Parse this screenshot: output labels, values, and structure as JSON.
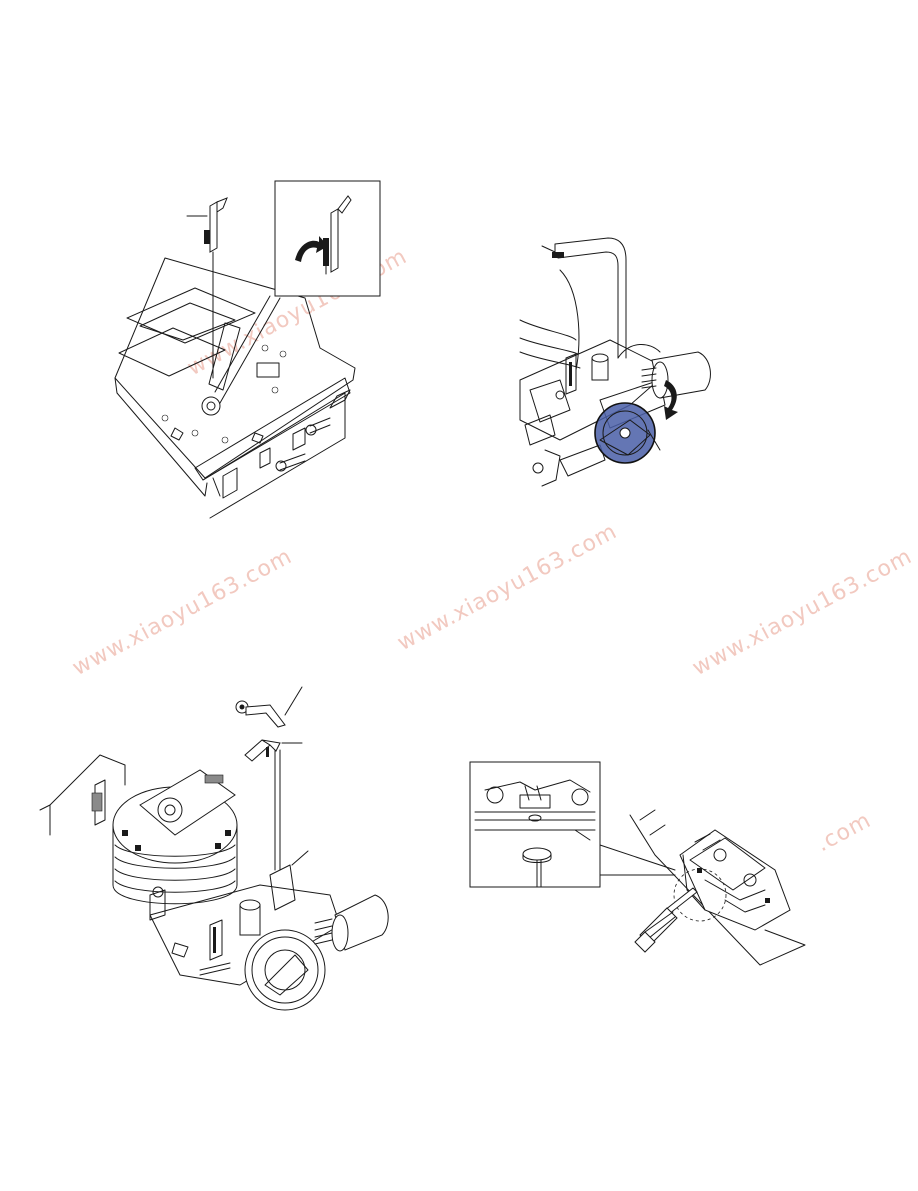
{
  "colors": {
    "line": "#1a1a1a",
    "highlight": "#4a5fa8",
    "watermark": "#f2c9c0"
  },
  "watermarks": [
    "www.xiaoyu163.com",
    "www.xiaoyu163.com",
    "www.xiaoyu163.com",
    "www.xiaoyu163.com",
    ".com"
  ],
  "icons": [
    "rotation-arrow-icon",
    "curved-arrow-icon",
    "screwdriver-icon"
  ]
}
